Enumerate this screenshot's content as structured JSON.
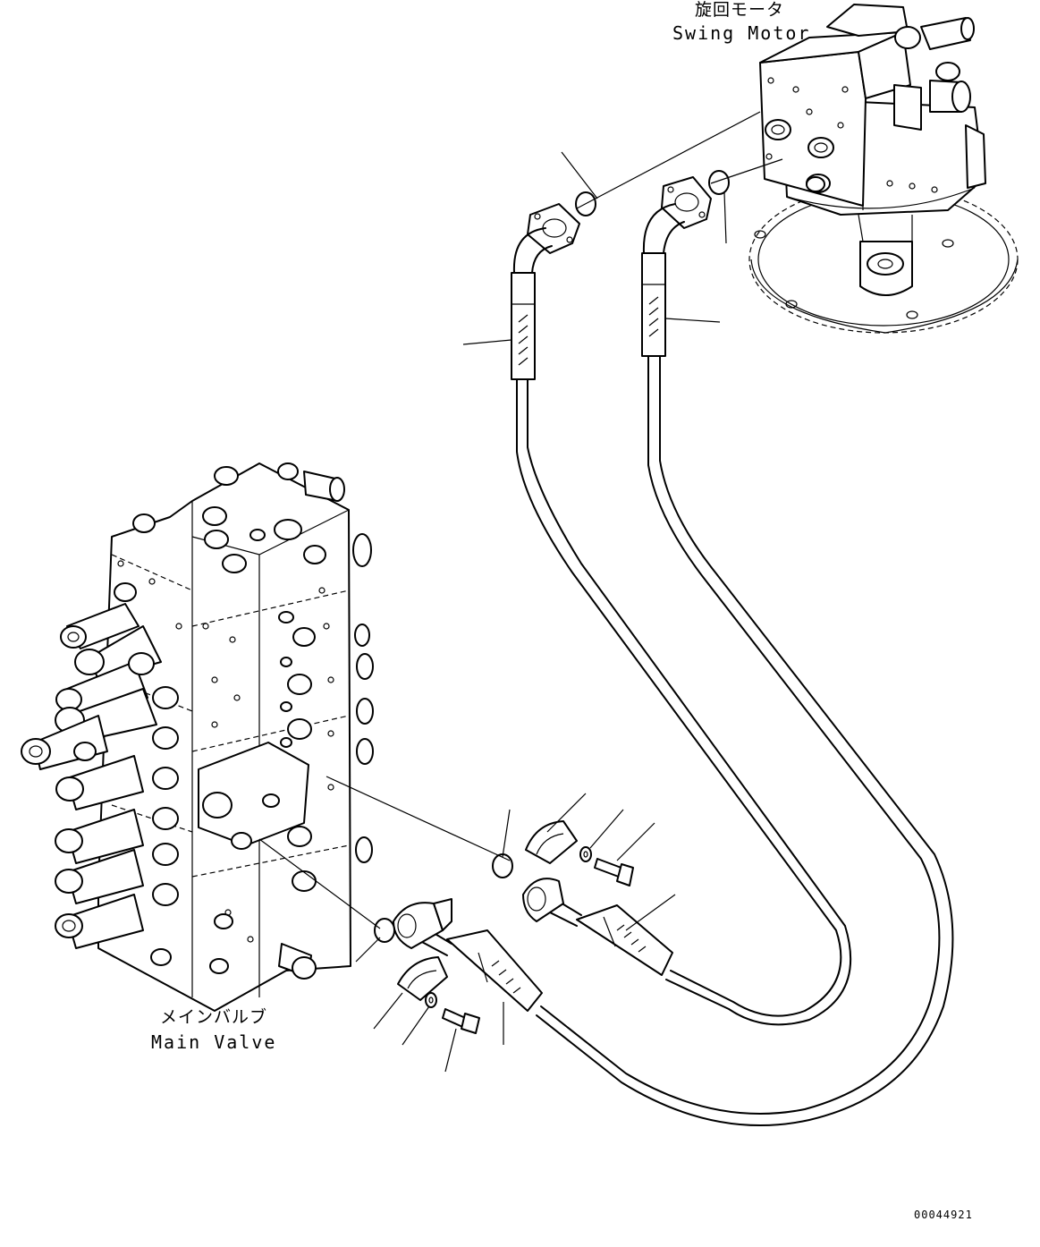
{
  "labels": {
    "swing_motor_jp": "旋回モータ",
    "swing_motor_en": "Swing Motor",
    "main_valve_jp": "メインバルブ",
    "main_valve_en": "Main Valve",
    "drawing_number": "00044921"
  }
}
